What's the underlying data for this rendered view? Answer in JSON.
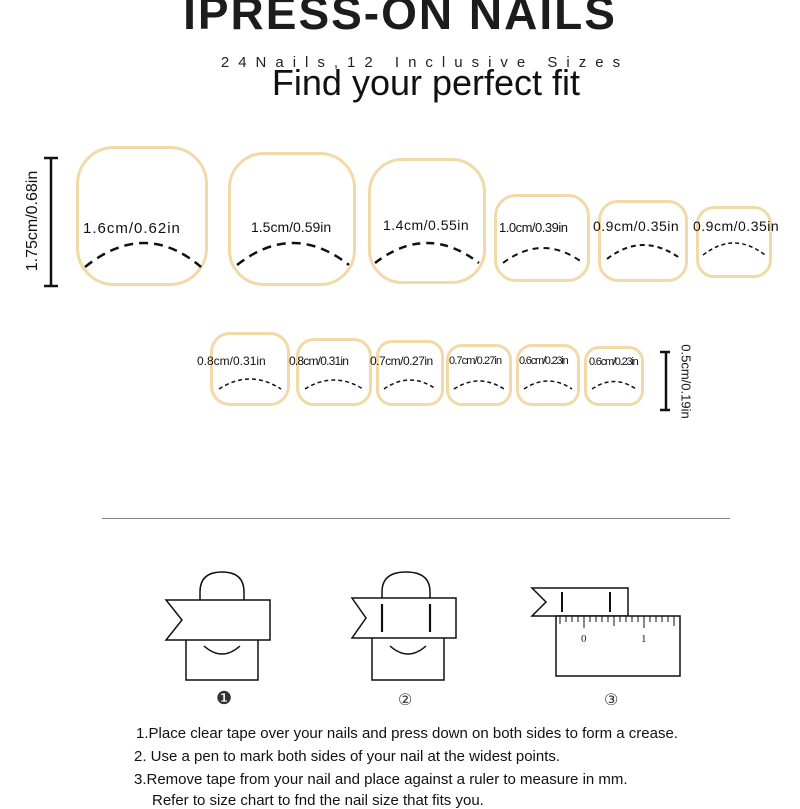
{
  "header": {
    "title": "IPRESS-ON NAILS",
    "subtitle": "24Nails,12 Inclusive Sizes",
    "tagline": "Find your perfect fit"
  },
  "size_chart": {
    "row1_height_label": "1.75cm/0.68in",
    "row2_height_label": "0.5cm/0.19in",
    "row1": [
      {
        "label": "1.6cm/0.62in"
      },
      {
        "label": "1.5cm/0.59in"
      },
      {
        "label": "1.4cm/0.55in"
      },
      {
        "label": "1.0cm/0.39in"
      },
      {
        "label": "0.9cm/0.35in"
      },
      {
        "label": "0.9cm/0.35in"
      }
    ],
    "row2": [
      {
        "label": "0.8cm/0.31in"
      },
      {
        "label": "0.8cm/0.31in"
      },
      {
        "label": "0.7cm/0.27in"
      },
      {
        "label": "0.7cm/0.27in"
      },
      {
        "label": "0.6cm/0.23in"
      },
      {
        "label": "0.6cm/0.23in"
      }
    ]
  },
  "steps": {
    "markers": [
      "❶",
      "②",
      "③"
    ],
    "ruler_ticks": [
      "0",
      "1"
    ],
    "instructions": [
      "1.Place clear tape over your nails and press down on both sides to form a crease.",
      "2. Use a pen to mark both sides of your nail at the widest points.",
      "3.Remove tape from your nail and place against a ruler to measure in mm.",
      "Refer to size chart to fnd the nail size that fits you."
    ]
  },
  "colors": {
    "nail_border": "#f2d9a8",
    "text": "#111111",
    "divider": "#888888"
  }
}
